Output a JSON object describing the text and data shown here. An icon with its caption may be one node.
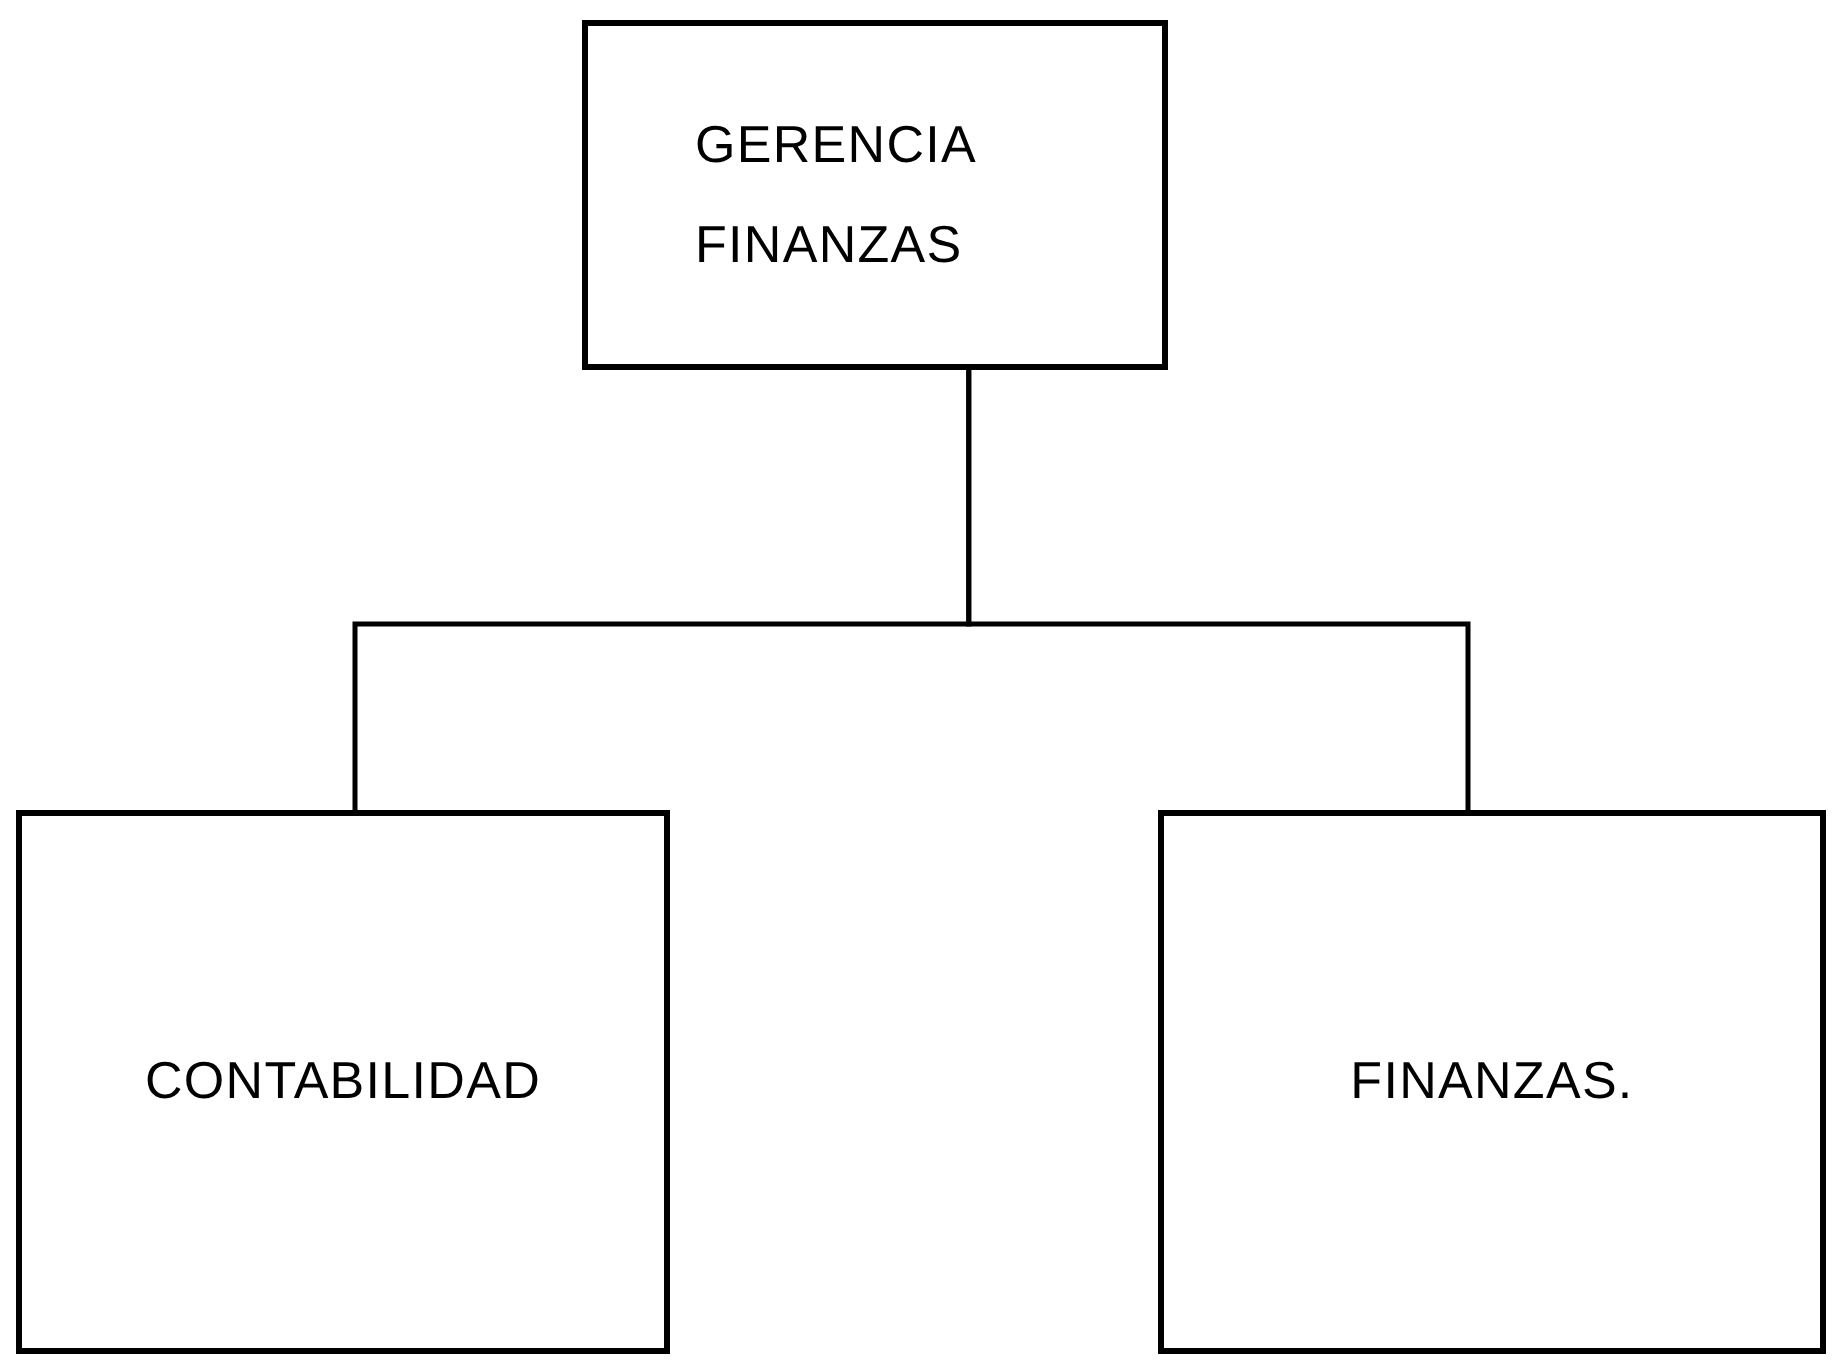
{
  "diagram": {
    "nodes": [
      {
        "text": [
          "GERENCIA FINANZAS"
        ]
      },
      {
        "text": [
          "CONTABILIDAD"
        ]
      },
      {
        "text": [
          "FINANZAS."
        ]
      }
    ],
    "edges": [
      {
        "from": 0,
        "to": 1,
        "arrow": "none"
      },
      {
        "from": 0,
        "to": 2,
        "arrow": "none"
      }
    ]
  }
}
